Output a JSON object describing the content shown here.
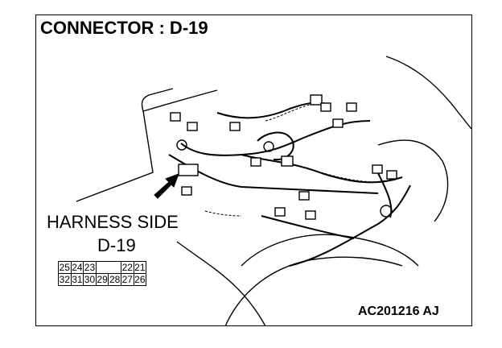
{
  "title": "CONNECTOR : D-19",
  "harness_label": "HARNESS SIDE",
  "connector_label": "D-19",
  "figure_code": "AC201216 AJ",
  "pinout": {
    "row1": [
      "25",
      "24",
      "23",
      "",
      "",
      "22",
      "21"
    ],
    "row2": [
      "32",
      "31",
      "30",
      "29",
      "28",
      "27",
      "26"
    ]
  }
}
